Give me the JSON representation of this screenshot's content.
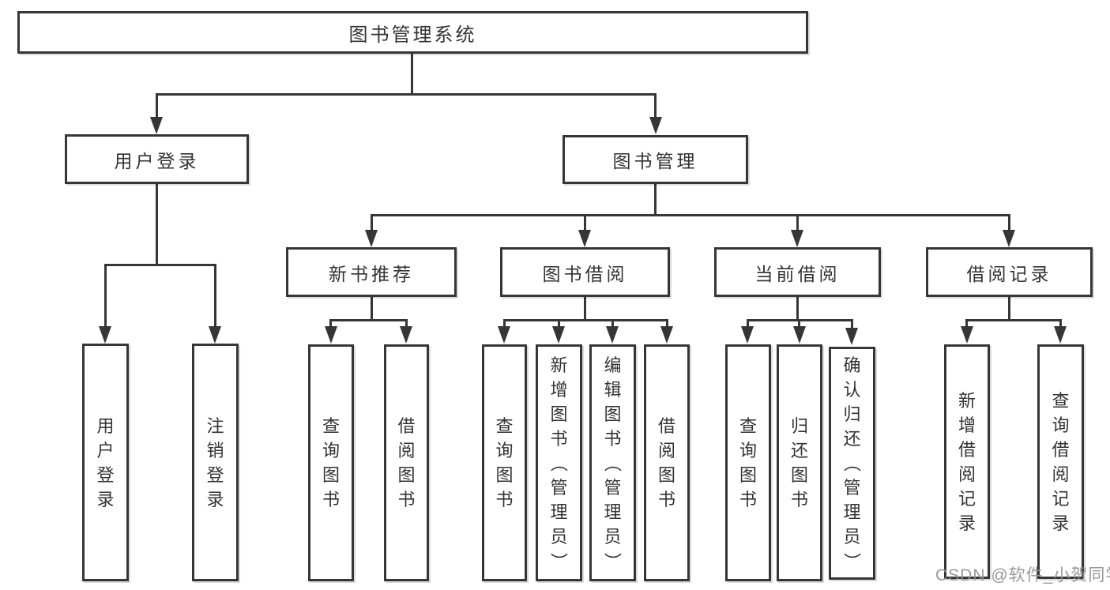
{
  "diagram": {
    "title": "图书管理系统",
    "watermark": "CSDN @软件_小贺同学",
    "colors": {
      "line": "#363636",
      "box_border": "#363636",
      "text": "#333333",
      "background": "#ffffff",
      "watermark": "#949494"
    },
    "nodes": {
      "root": {
        "label": "图书管理系统"
      },
      "user_login": {
        "label": "用户登录"
      },
      "book_mgmt": {
        "label": "图书管理"
      },
      "new_book_rec": {
        "label": "新书推荐"
      },
      "book_borrow": {
        "label": "图书借阅"
      },
      "current_borrow": {
        "label": "当前借阅"
      },
      "borrow_records": {
        "label": "借阅记录"
      },
      "leaf_user_login": {
        "label": "用户登录"
      },
      "leaf_logout": {
        "label": "注销登录"
      },
      "rec_query_books": {
        "label": "查询图书"
      },
      "rec_borrow_books": {
        "label": "借阅图书"
      },
      "bb_query_books": {
        "label": "查询图书"
      },
      "bb_add_books": {
        "label": "新增图书（管理员）"
      },
      "bb_edit_books": {
        "label": "编辑图书（管理员）"
      },
      "bb_borrow_books": {
        "label": "借阅图书"
      },
      "cb_query_books": {
        "label": "查询图书"
      },
      "cb_return_books": {
        "label": "归还图书"
      },
      "cb_confirm_return": {
        "label": "确认归还（管理员）"
      },
      "br_add_record": {
        "label": "新增借阅记录"
      },
      "br_query_record": {
        "label": "查询借阅记录"
      }
    },
    "structure": {
      "root": [
        "user_login",
        "book_mgmt"
      ],
      "user_login": [
        "leaf_user_login",
        "leaf_logout"
      ],
      "book_mgmt": [
        "new_book_rec",
        "book_borrow",
        "current_borrow",
        "borrow_records"
      ],
      "new_book_rec": [
        "rec_query_books",
        "rec_borrow_books"
      ],
      "book_borrow": [
        "bb_query_books",
        "bb_add_books",
        "bb_edit_books",
        "bb_borrow_books"
      ],
      "current_borrow": [
        "cb_query_books",
        "cb_return_books",
        "cb_confirm_return"
      ],
      "borrow_records": [
        "br_add_record",
        "br_query_record"
      ]
    }
  }
}
